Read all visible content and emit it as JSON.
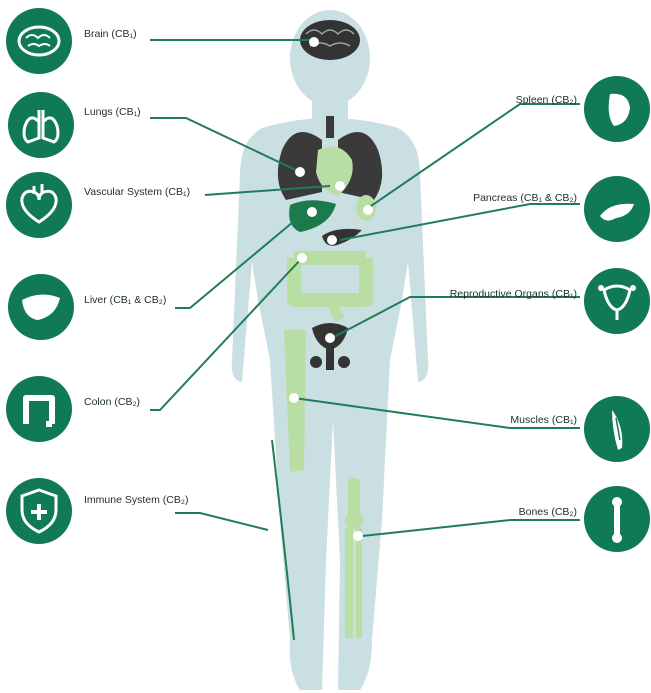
{
  "colors": {
    "accent": "#0f7a55",
    "body": "#c9dfe2",
    "organ_light": "#b9dea4",
    "organ_dark": "#3a3a3a",
    "line": "#1f7d5a"
  },
  "labels": {
    "brain": {
      "name": "Brain",
      "receptor": "CB₁"
    },
    "lungs": {
      "name": "Lungs",
      "receptor": "CB₁"
    },
    "vascular": {
      "name": "Vascular System",
      "receptor": "CB₁"
    },
    "liver": {
      "name": "Liver",
      "receptor": "CB₁ & CB₂"
    },
    "colon": {
      "name": "Colon",
      "receptor": "CB₂"
    },
    "immune": {
      "name": "Immune System",
      "receptor": "CB₂"
    },
    "spleen": {
      "name": "Spleen",
      "receptor": "CB₂"
    },
    "pancreas": {
      "name": "Pancreas",
      "receptor": "CB₁ & CB₂"
    },
    "reproductive": {
      "name": "Reproductive Organs",
      "receptor": "CB₁"
    },
    "muscles": {
      "name": "Muscles",
      "receptor": "CB₁"
    },
    "bones": {
      "name": "Bones",
      "receptor": "CB₂"
    }
  },
  "icons": {
    "brain": "brain-icon",
    "lungs": "lungs-icon",
    "vascular": "heart-icon",
    "liver": "liver-icon",
    "colon": "colon-icon",
    "immune": "shield-plus-icon",
    "spleen": "spleen-icon",
    "pancreas": "pancreas-icon",
    "reproductive": "uterus-icon",
    "muscles": "muscle-icon",
    "bones": "bone-icon"
  }
}
